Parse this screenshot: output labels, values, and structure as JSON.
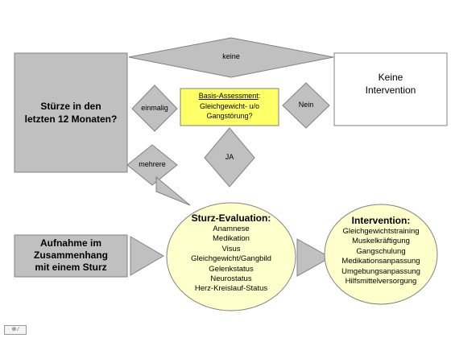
{
  "diagram": {
    "falls_box": {
      "lines": [
        "Stürze in den",
        "letzten 12 Monaten?"
      ]
    },
    "edge_keine": "keine",
    "edge_einmalig": "einmalig",
    "edge_mehrere": "mehrere",
    "edge_nein": "Nein",
    "edge_ja": "JA",
    "no_intervention_box": {
      "lines": [
        "Keine",
        "Intervention"
      ]
    },
    "basis_assessment": {
      "title": "Basis-Assessment",
      "colon": ":",
      "lines": [
        "Gleichgewicht- u/o",
        "Gangstörung?"
      ]
    },
    "admission_box": {
      "lines": [
        "Aufnahme im",
        "Zusammenhang",
        "mit einem Sturz"
      ]
    },
    "fall_evaluation": {
      "title": "Sturz-Evaluation:",
      "items": [
        "Anamnese",
        "Medikation",
        "Visus",
        "Gleichgewicht/Gangbild",
        "Gelenkstatus",
        "Neurostatus",
        "Herz-Kreislauf-Status"
      ]
    },
    "intervention": {
      "title": "Intervention:",
      "items": [
        "Gleichgewichtstraining",
        "Muskelkräftigung",
        "Gangschulung",
        "Medikationsanpassung",
        "Umgebungsanpassung",
        "Hilfsmittelversorgung"
      ]
    },
    "colors": {
      "gray_fill": "#c0c0c0",
      "gray_stroke": "#808080",
      "yellow_box": "#ffff66",
      "ellipse_fill": "#ffffcc"
    }
  }
}
